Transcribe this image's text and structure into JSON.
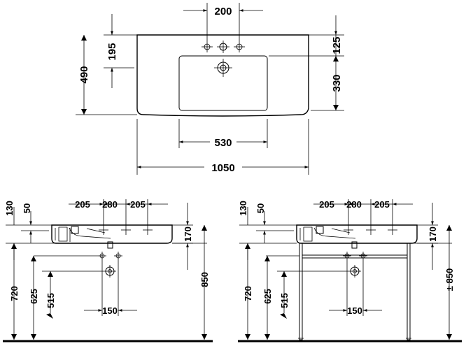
{
  "top_view": {
    "overall_width": "1050",
    "overall_depth": "490",
    "tap_hole_spacing": "200",
    "tap_hole_setback": "195",
    "rear_to_bowl": "125",
    "bowl_depth": "330",
    "bowl_width": "530"
  },
  "front_view_left": {
    "dim_130": "130",
    "dim_50": "50",
    "dim_205_left": "205",
    "dim_280": "280",
    "dim_205_right": "205",
    "dim_170": "170",
    "dim_720": "720",
    "dim_625": "625",
    "dim_515": "515",
    "dim_150": "150",
    "dim_850": "850"
  },
  "front_view_right": {
    "dim_130": "130",
    "dim_50": "50",
    "dim_205_left": "205",
    "dim_280": "280",
    "dim_205_right": "205",
    "dim_170": "170",
    "dim_720": "720",
    "dim_625": "625",
    "dim_515": "515",
    "dim_150": "150",
    "dim_850": "± 850"
  }
}
